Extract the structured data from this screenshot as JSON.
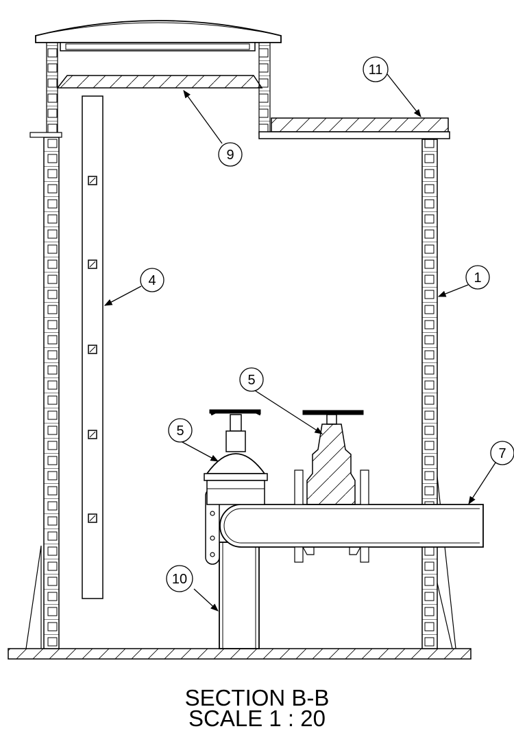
{
  "section_title": "SECTION B-B",
  "scale_label": "SCALE 1 : 20",
  "callouts": [
    {
      "id": "callout-11",
      "label": "11"
    },
    {
      "id": "callout-9",
      "label": "9"
    },
    {
      "id": "callout-4",
      "label": "4"
    },
    {
      "id": "callout-1",
      "label": "1"
    },
    {
      "id": "callout-5a",
      "label": "5"
    },
    {
      "id": "callout-5b",
      "label": "5"
    },
    {
      "id": "callout-7",
      "label": "7"
    },
    {
      "id": "callout-10",
      "label": "10"
    }
  ]
}
